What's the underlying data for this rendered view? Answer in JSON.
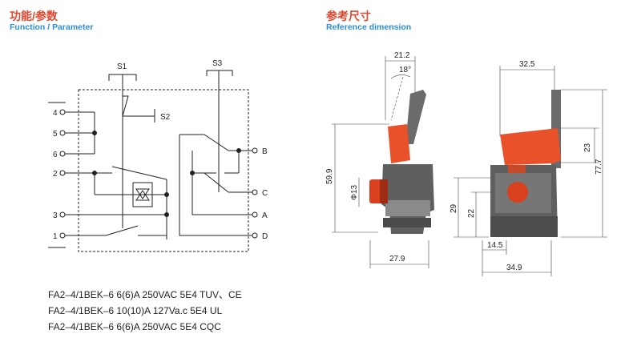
{
  "left_header": {
    "cn": "功能/参数",
    "en": "Function / Parameter"
  },
  "right_header": {
    "cn": "参考尺寸",
    "en": "Reference dimension"
  },
  "schematic": {
    "switch_labels": [
      "S1",
      "S2",
      "S3"
    ],
    "left_terminals": [
      "4",
      "5",
      "6",
      "2",
      "3",
      "1"
    ],
    "right_terminals": [
      "B",
      "C",
      "A",
      "D"
    ]
  },
  "dimensions": {
    "side_view": [
      "21.2",
      "18°",
      "59.9",
      "Φ13",
      "27.9"
    ],
    "front_view": [
      "32.5",
      "23",
      "77.7",
      "29",
      "22",
      "14.5",
      "34.9"
    ]
  },
  "specs": [
    "FA2–4/1BEK–6  6(6)A 250VAC 5E4 TUV、CE",
    "FA2–4/1BEK–6  10(10)A 127Va.c 5E4 UL",
    "FA2–4/1BEK–6  6(6)A 250VAC 5E4 CQC"
  ],
  "colors": {
    "title_red": "#e2472f",
    "subtitle_blue": "#2b8fd6",
    "trigger_orange": "#e8512a",
    "housing_gray": "#5f5f5f"
  }
}
